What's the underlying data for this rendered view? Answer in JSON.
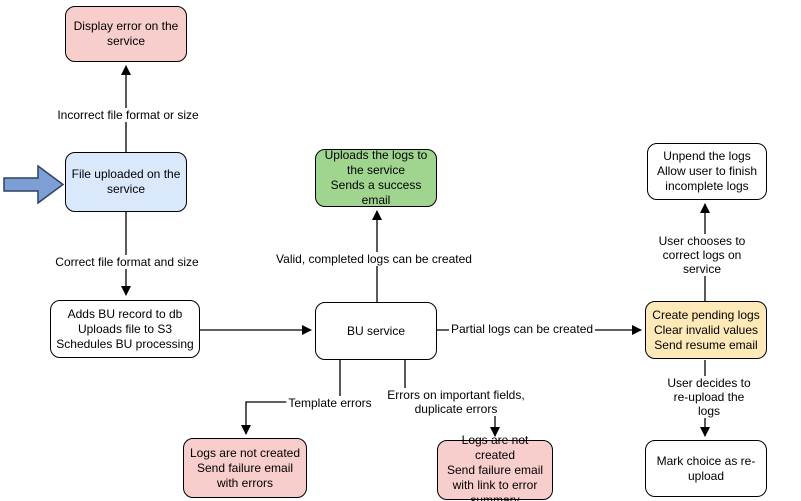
{
  "diagram": {
    "type": "flowchart",
    "background": "#ffffff",
    "colors": {
      "error_node_fill": "#f8cecc",
      "start_node_fill": "#dae8fc",
      "success_node_fill": "#a0d58f",
      "pending_node_fill": "#ffe9b8",
      "neutral_node_fill": "#ffffff",
      "node_stroke": "#000000",
      "edge_stroke": "#000000",
      "entry_arrow_fill": "#7e9fd6",
      "entry_arrow_stroke": "#2f4160"
    },
    "icons": {
      "entry_arrow": "thick-right-arrow"
    },
    "nodes": {
      "display_error": {
        "text": "Display error on the service",
        "color": "#f8cecc"
      },
      "file_uploaded": {
        "text": "File uploaded on the service",
        "color": "#dae8fc"
      },
      "adds_bu_record": {
        "text": "Adds BU record to db\nUploads file to S3\nSchedules BU processing",
        "color": "#ffffff"
      },
      "upload_success": {
        "text": "Uploads the logs to the service\nSends a success email",
        "color": "#a0d58f"
      },
      "bu_service": {
        "text": "BU service",
        "color": "#ffffff"
      },
      "fail_with_errors": {
        "text": "Logs are not created\nSend failure email with errors",
        "color": "#f8cecc"
      },
      "fail_with_link": {
        "text": "Logs are not created\nSend failure email with link to error summary",
        "color": "#f8cecc"
      },
      "create_pending": {
        "text": "Create pending logs\nClear invalid values\nSend resume email",
        "color": "#ffe9b8"
      },
      "unpend_logs": {
        "text": "Unpend the logs\nAllow user to finish incomplete logs",
        "color": "#ffffff"
      },
      "mark_reupload": {
        "text": "Mark choice as re-upload",
        "color": "#ffffff"
      }
    },
    "edge_labels": {
      "incorrect_format": "Incorrect file format or size",
      "correct_format": "Correct file format and size",
      "valid_logs": "Valid, completed logs can be created",
      "partial_logs": "Partial logs can be created",
      "template_errors": "Template errors",
      "important_field_errors": "Errors on important fields,\nduplicate errors",
      "user_corrects": "User chooses to correct logs on service",
      "user_reuploads": "User decides to re-upload the logs"
    }
  }
}
